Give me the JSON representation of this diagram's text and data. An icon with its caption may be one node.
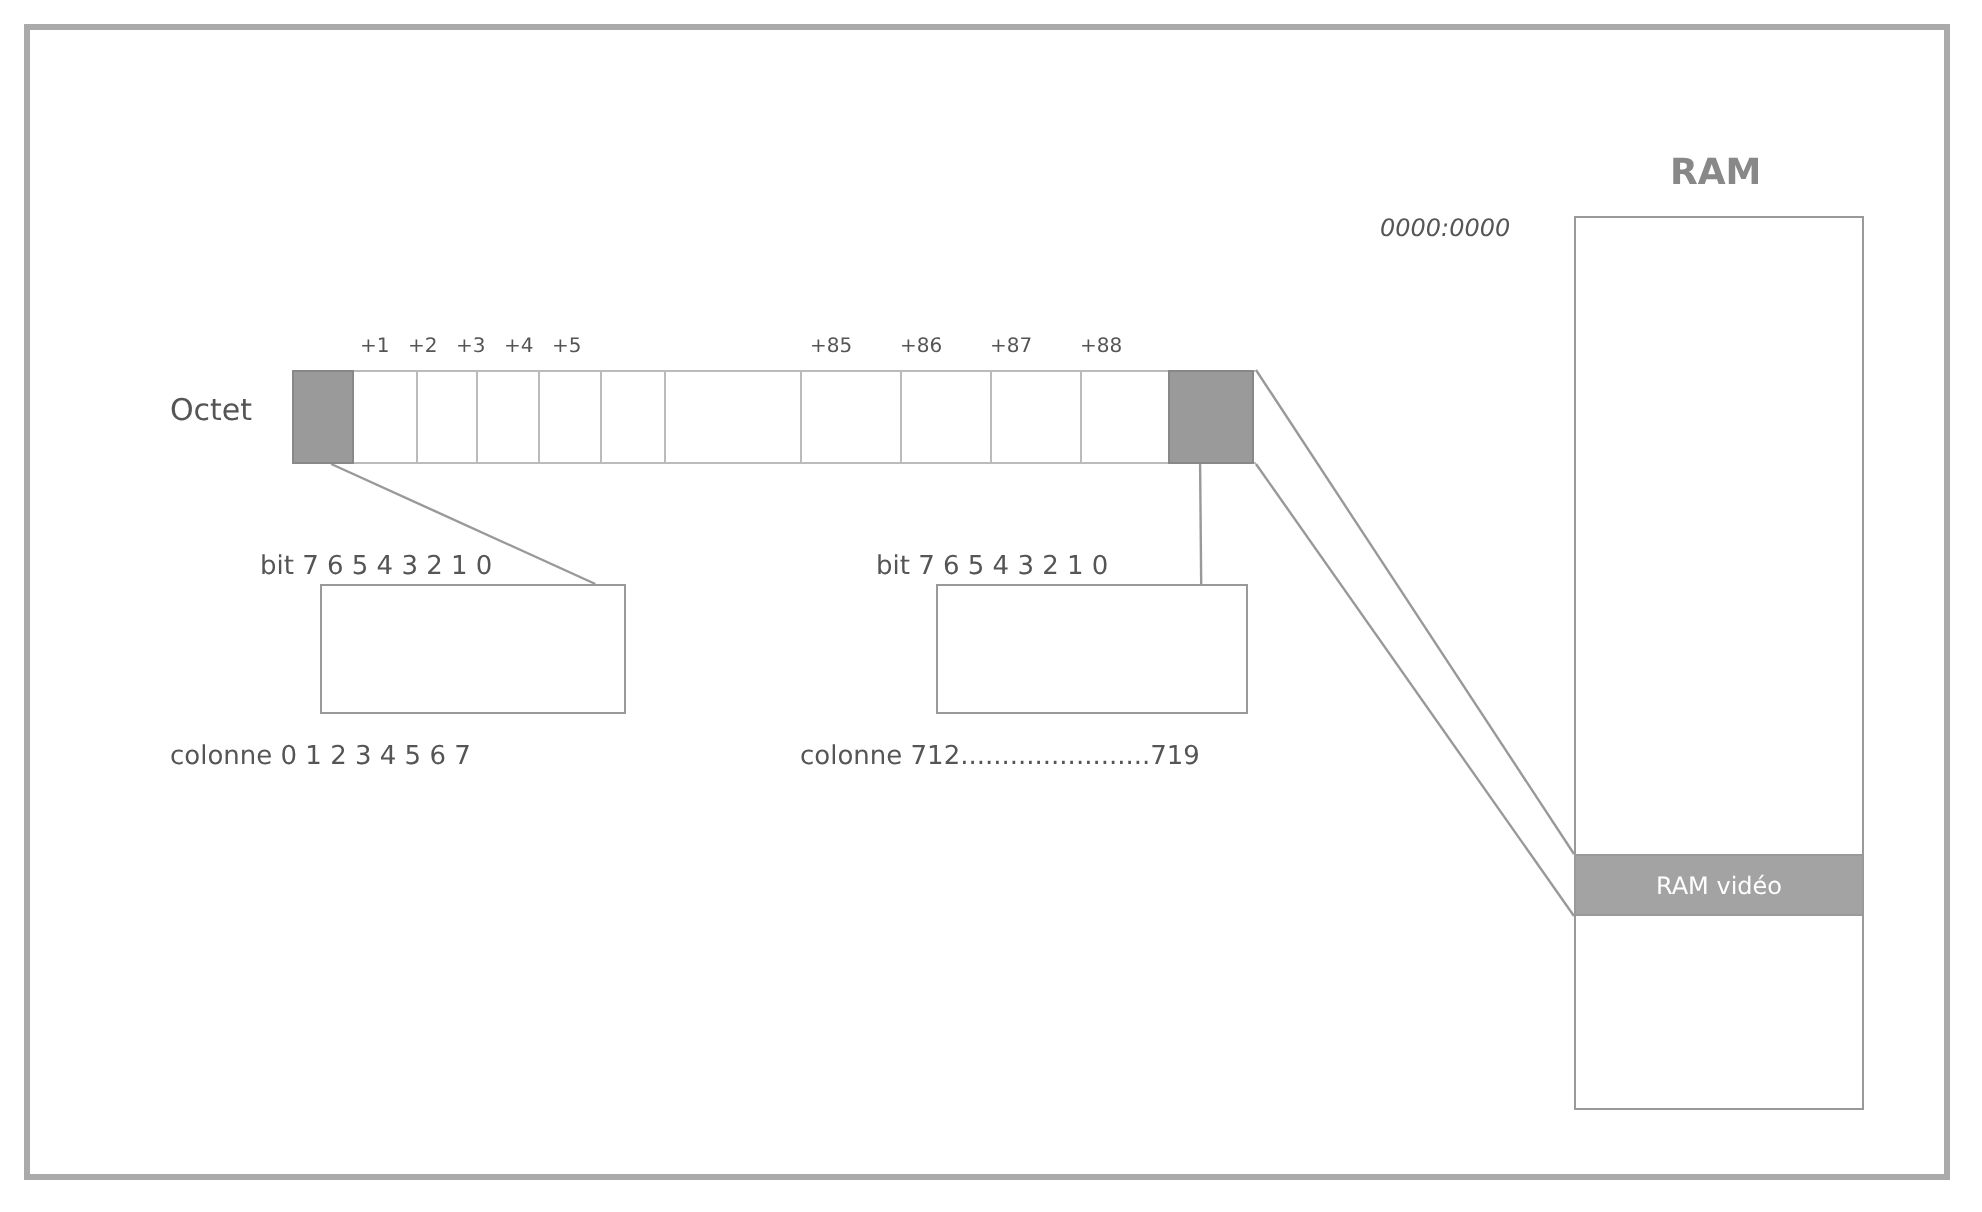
{
  "diagram": {
    "nodes": [
      {
        "text": [],
        "shape": "bar",
        "beside": [
          "Octet"
        ]
      },
      {
        "text": [],
        "shape": "box",
        "in": 0
      },
      {
        "text": [],
        "shape": "box",
        "in": 0
      },
      {
        "text": [],
        "shape": "box",
        "beside": [
          "bit 7 6 5 4 3 2 1 0",
          "colonne 0 1 2 3 4 5 6 7"
        ]
      },
      {
        "text": [],
        "shape": "box",
        "beside": [
          "bit 7 6 5 4 3 2 1 0",
          "colonne 712.......................719"
        ]
      },
      {
        "text": [
          "RAM"
        ],
        "beside": [
          "0000:0000"
        ]
      },
      {
        "text": [
          "RAM vidéo"
        ],
        "in": 5
      }
    ],
    "edges": [
      {
        "from": 1,
        "to": 3,
        "arrow": "none"
      },
      {
        "from": 2,
        "to": 4,
        "arrow": "none"
      },
      {
        "from": 0,
        "to": 6,
        "arrow": "none"
      },
      {
        "from": 0,
        "to": 6,
        "arrow": "none"
      }
    ],
    "labels": [
      "+1",
      "+2",
      "+3",
      "+4",
      "+5",
      "+85",
      "+86",
      "+87",
      "+88"
    ]
  }
}
